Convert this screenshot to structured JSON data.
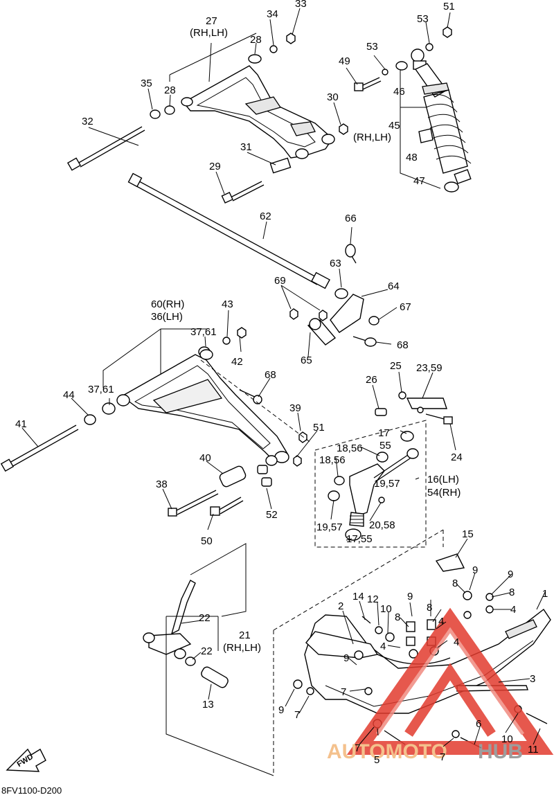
{
  "diagram_code": "8FV1100-D200",
  "fwd_label": "FWD",
  "watermark": {
    "part1": "AUTOMOTO",
    "part2": "HUB",
    "color_accent": "#e23b2e",
    "color_text": "#f3b77a",
    "color_hub": "#8c8c8c"
  },
  "callouts": {
    "c1": "1",
    "c2": "2",
    "c3": "3",
    "c4a": "4",
    "c4b": "4",
    "c4c": "4",
    "c4d": "4",
    "c5": "5",
    "c6": "6",
    "c7a": "7",
    "c7b": "7",
    "c7c": "7",
    "c7d": "7",
    "c8a": "8",
    "c8b": "8",
    "c8c": "8",
    "c8d": "8",
    "c9a": "9",
    "c9b": "9",
    "c9c": "9",
    "c9d": "9",
    "c9e": "9",
    "c10a": "10",
    "c10b": "10",
    "c11": "11",
    "c12": "12",
    "c13": "13",
    "c14": "14",
    "c15": "15",
    "c16": "16(LH)",
    "c54": "54(RH)",
    "c17": "17",
    "c17_55": "17,55",
    "c18_56a": "18,56",
    "c18_56b": "18,56",
    "c19_57a": "19,57",
    "c19_57b": "19,57",
    "c20_58": "20,58",
    "c21": "21",
    "c21sub": "(RH,LH)",
    "c22a": "22",
    "c22b": "22",
    "c23_59": "23,59",
    "c24": "24",
    "c25": "25",
    "c26": "26",
    "c27": "27",
    "c27sub": "(RH,LH)",
    "c28a": "28",
    "c28b": "28",
    "c29": "29",
    "c30": "30",
    "c31": "31",
    "c32": "32",
    "c33": "33",
    "c34": "34",
    "c35": "35",
    "c60": "60(RH)",
    "c36": "36(LH)",
    "c37_61a": "37,61",
    "c37_61b": "37,61",
    "c38": "38",
    "c39": "39",
    "c40": "40",
    "c41": "41",
    "c42": "42",
    "c43": "43",
    "c44": "44",
    "c45": "45",
    "c45sub": "(RH,LH)",
    "c46": "46",
    "c47": "47",
    "c48": "48",
    "c49": "49",
    "c50": "50",
    "c51a": "51",
    "c51b": "51",
    "c52": "52",
    "c53a": "53",
    "c53b": "53",
    "c55": "55",
    "c62": "62",
    "c63": "63",
    "c64": "64",
    "c65": "65",
    "c66": "66",
    "c67": "67",
    "c68a": "68",
    "c68b": "68",
    "c69": "69"
  }
}
